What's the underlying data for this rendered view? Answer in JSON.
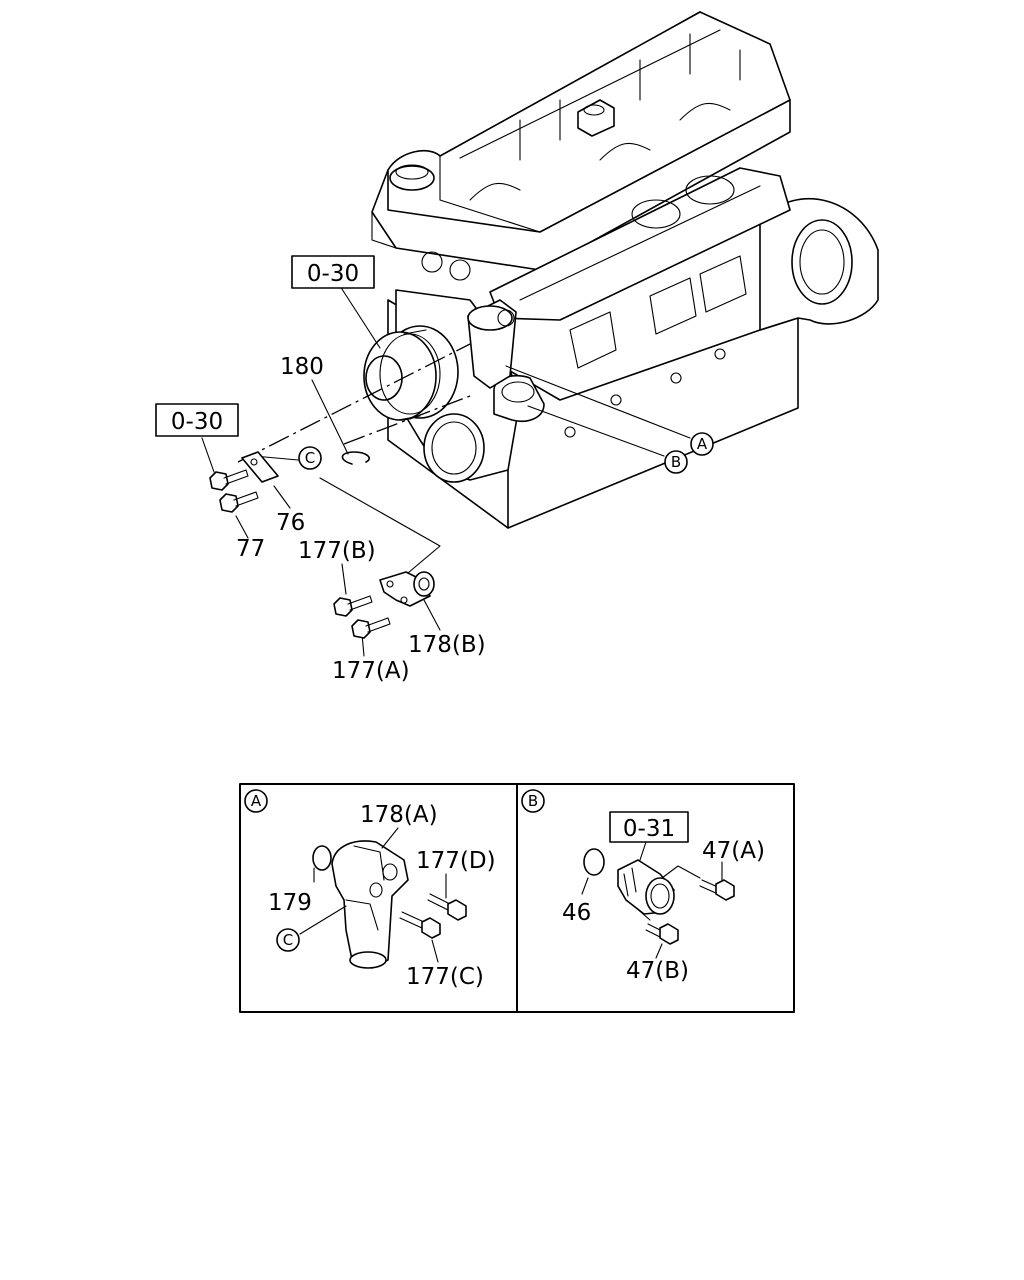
{
  "callouts": {
    "ref_0_30_top": "0-30",
    "ref_0_30_left": "0-30",
    "ref_0_31": "0-31",
    "p180": "180",
    "p76": "76",
    "p77": "77",
    "p177B": "177(B)",
    "p177A": "177(A)",
    "p178B": "178(B)",
    "p178A": "178(A)",
    "p177D": "177(D)",
    "p179": "179",
    "p177C": "177(C)",
    "p47A": "47(A)",
    "p46": "46",
    "p47B": "47(B)"
  },
  "markers": {
    "A": "A",
    "B": "B",
    "C": "C"
  }
}
